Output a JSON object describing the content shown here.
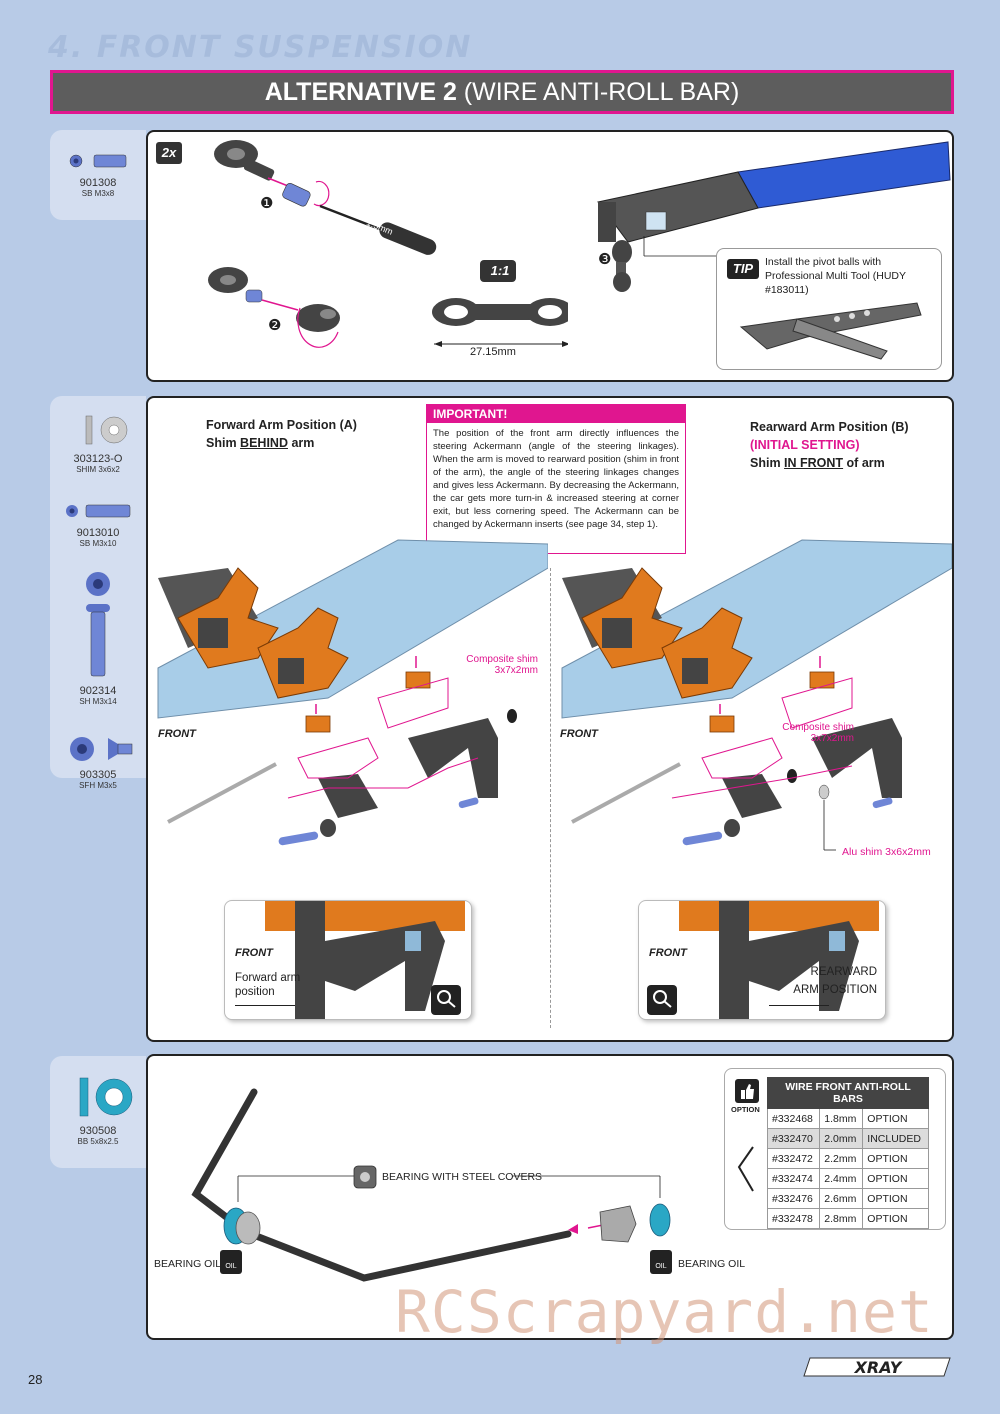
{
  "header": {
    "section_title": "4. FRONT SUSPENSION",
    "banner_bold": "ALTERNATIVE 2",
    "banner_rest": " (WIRE ANTI-ROLL BAR)"
  },
  "parts": {
    "p1": {
      "code": "901308",
      "size": "SB M3x8"
    },
    "p2": {
      "code": "303123-O",
      "size": "SHIM 3x6x2"
    },
    "p3": {
      "code": "9013010",
      "size": "SB M3x10"
    },
    "p4": {
      "code": "902314",
      "size": "SH M3x14"
    },
    "p5": {
      "code": "903305",
      "size": "SFH M3x5"
    },
    "p6": {
      "code": "930508",
      "size": "BB 5x8x2.5"
    }
  },
  "step1": {
    "qty": "2x",
    "num1": "❶",
    "num2": "❷",
    "num3": "❸",
    "tool": "1.5mm",
    "scale": "1:1",
    "length": "27.15mm",
    "tip_label": "TIP",
    "tip_text": "Install the pivot balls with Professional Multi Tool (HUDY #183011)"
  },
  "step2": {
    "forward_title": "Forward Arm Position (A)",
    "forward_shim_a": "Shim ",
    "forward_shim_u": "BEHIND",
    "forward_shim_b": " arm",
    "important_title": "IMPORTANT!",
    "important_text": "The position of the front arm directly influences the steering Ackermann (angle of the steering linkages). When the arm is moved to rearward position (shim in front of the arm), the angle of the steering linkages changes and gives less Ackermann. By decreasing the Ackermann, the car gets more turn-in & increased steering at corner exit, but less cornering speed. The Ackermann can be changed by Ackermann inserts (see page 34, step 1).",
    "rear_title": "Rearward Arm Position (B)",
    "rear_initial": "(INITIAL SETTING)",
    "rear_shim_a": "Shim ",
    "rear_shim_u": "IN FRONT",
    "rear_shim_b": " of arm",
    "composite_shim_left": "Composite shim\n3x7x2mm",
    "composite_shim_right": "Composite shim\n3x7x2mm",
    "alu_shim": "Alu shim 3x6x2mm",
    "front_left": "FRONT",
    "front_right": "FRONT",
    "detail_left_front": "FRONT",
    "detail_left_text": "Forward arm\nposition",
    "detail_right_front": "FRONT",
    "detail_right_text": "REARWARD\nARM POSITION",
    "detail_label": "DETAIL"
  },
  "step3": {
    "bearing_label": "BEARING WITH STEEL COVERS",
    "bearing_oil_left": "BEARING OIL",
    "bearing_oil_right": "BEARING OIL",
    "oil_label": "OIL",
    "option_label": "OPTION",
    "table_header": "WIRE FRONT ANTI-ROLL BARS",
    "rows": [
      {
        "part": "#332468",
        "size": "1.8mm",
        "status": "OPTION"
      },
      {
        "part": "#332470",
        "size": "2.0mm",
        "status": "INCLUDED"
      },
      {
        "part": "#332472",
        "size": "2.2mm",
        "status": "OPTION"
      },
      {
        "part": "#332474",
        "size": "2.4mm",
        "status": "OPTION"
      },
      {
        "part": "#332476",
        "size": "2.6mm",
        "status": "OPTION"
      },
      {
        "part": "#332478",
        "size": "2.8mm",
        "status": "OPTION"
      }
    ]
  },
  "footer": {
    "page_number": "28",
    "brand": "XRAY",
    "watermark": "RCScrapyard.net"
  },
  "colors": {
    "background": "#b8cbe7",
    "accent_pink": "#e0168f",
    "banner_gray": "#5d5d5d",
    "part_blue": "#5b72c7",
    "chassis_blue": "#9ec7e6",
    "alu_orange": "#e07a1e",
    "bearing_teal": "#2aa7c5"
  }
}
